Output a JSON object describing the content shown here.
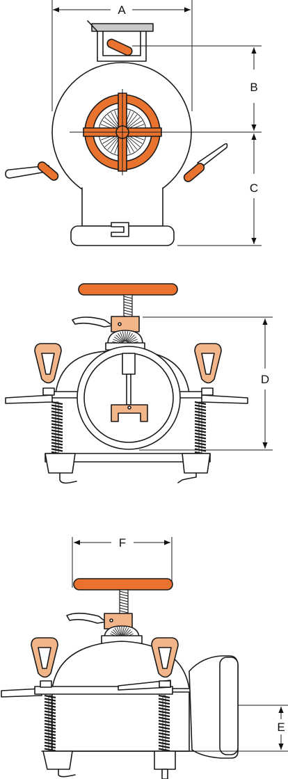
{
  "dimensions": {
    "a": "A",
    "b": "B",
    "c": "C",
    "d": "D",
    "e": "E",
    "f": "F"
  },
  "colors": {
    "accent": "#e8722e",
    "tan": "#f2b489",
    "outline": "#1a1a1a",
    "background": "#ffffff"
  }
}
